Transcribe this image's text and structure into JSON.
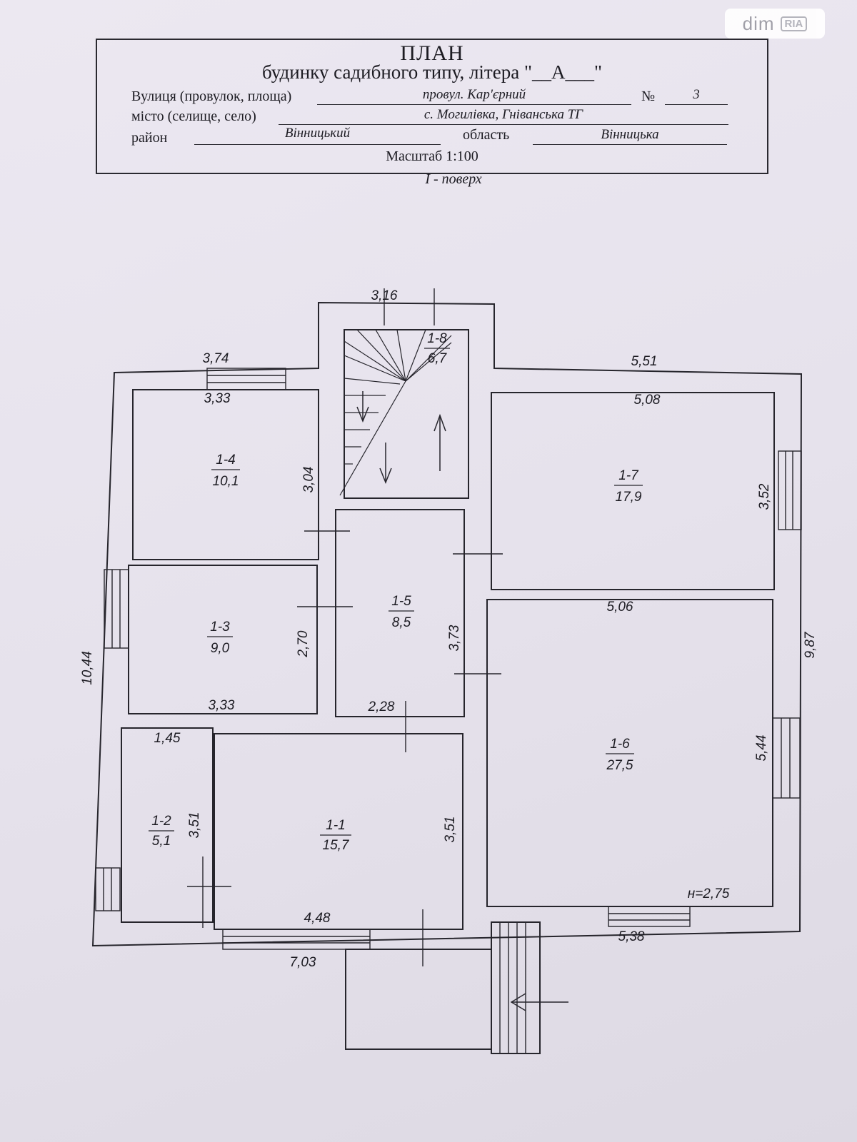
{
  "watermark": {
    "dim": "dim",
    "ria": "RIA"
  },
  "header": {
    "title": "ПЛАН",
    "subtitle": "будинку садибного типу, літера \"__А___\"",
    "street_label": "Вулиця (провулок, площа)",
    "street_value": "провул. Кар'єрний",
    "number_label": "№",
    "number_value": "3",
    "city_label": "місто (селище, село)",
    "city_value": "с. Могилівка, Гніванська ТГ",
    "district_label": "район",
    "district_value": "Вінницький",
    "region_label": "область",
    "region_value": "Вінницька",
    "scale": "Масштаб 1:100"
  },
  "floor_label": "І - поверх",
  "rooms": [
    {
      "id": "1-1",
      "area": "15,7"
    },
    {
      "id": "1-2",
      "area": "5,1"
    },
    {
      "id": "1-3",
      "area": "9,0"
    },
    {
      "id": "1-4",
      "area": "10,1"
    },
    {
      "id": "1-5",
      "area": "8,5"
    },
    {
      "id": "1-6",
      "area": "27,5"
    },
    {
      "id": "1-7",
      "area": "17,9"
    },
    {
      "id": "1-8",
      "area": "6,7"
    }
  ],
  "dimensions": {
    "stair_top": "3,16",
    "left_top": "3,74",
    "right_top": "5,51",
    "r14_top": "3,33",
    "r17_top": "5,08",
    "r14_right": "3,04",
    "r17_right": "3,52",
    "r16_top": "5,06",
    "r13_right": "2,70",
    "r15_right": "3,73",
    "left_total": "10,44",
    "right_total": "9,87",
    "r13_bottom": "3,33",
    "r15_bottom": "2,28",
    "r12_top": "1,45",
    "r16_right": "5,44",
    "r12_right": "3,51",
    "r11_right": "3,51",
    "height": "н=2,75",
    "r11_bottom": "4,48",
    "r16_bottom": "5,38",
    "bottom_total": "7,03"
  }
}
